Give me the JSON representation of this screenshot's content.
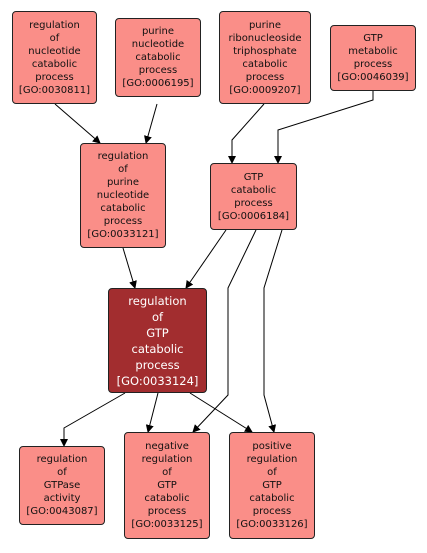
{
  "nodes": {
    "n0030811": {
      "lines": [
        "regulation",
        "of",
        "nucleotide",
        "catabolic",
        "process"
      ],
      "id": "[GO:0030811]"
    },
    "n0006195": {
      "lines": [
        "purine",
        "nucleotide",
        "catabolic",
        "process"
      ],
      "id": "[GO:0006195]"
    },
    "n0009207": {
      "lines": [
        "purine",
        "ribonucleoside",
        "triphosphate",
        "catabolic",
        "process"
      ],
      "id": "[GO:0009207]"
    },
    "n0046039": {
      "lines": [
        "GTP",
        "metabolic",
        "process"
      ],
      "id": "[GO:0046039]"
    },
    "n0033121": {
      "lines": [
        "regulation",
        "of",
        "purine",
        "nucleotide",
        "catabolic",
        "process"
      ],
      "id": "[GO:0033121]"
    },
    "n0006184": {
      "lines": [
        "GTP",
        "catabolic",
        "process"
      ],
      "id": "[GO:0006184]"
    },
    "n0033124": {
      "lines": [
        "regulation",
        "of",
        "GTP",
        "catabolic",
        "process"
      ],
      "id": "[GO:0033124]"
    },
    "n0043087": {
      "lines": [
        "regulation",
        "of",
        "GTPase",
        "activity"
      ],
      "id": "[GO:0043087]"
    },
    "n0033125": {
      "lines": [
        "negative",
        "regulation",
        "of",
        "GTP",
        "catabolic",
        "process"
      ],
      "id": "[GO:0033125]"
    },
    "n0033126": {
      "lines": [
        "positive",
        "regulation",
        "of",
        "GTP",
        "catabolic",
        "process"
      ],
      "id": "[GO:0033126]"
    }
  },
  "colors": {
    "node_fill": "#fa8e88",
    "focus_fill": "#a22d2f",
    "edge": "#000000"
  }
}
